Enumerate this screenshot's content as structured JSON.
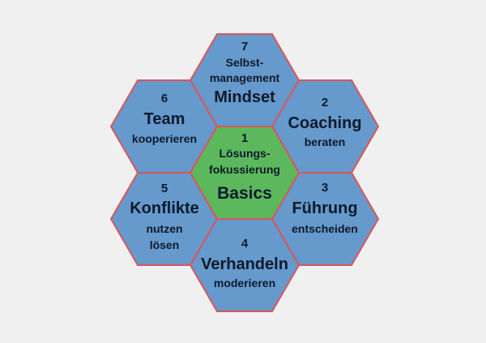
{
  "colors": {
    "background": "#f0f0f0",
    "outer_fill": "#6699cc",
    "center_fill": "#5cb85c",
    "border": "#d9565b",
    "text": "#0e1a2b"
  },
  "hexagons": {
    "center": {
      "number": "1",
      "sub1": "Lösungs-",
      "sub2": "fokussierung",
      "title": "Basics"
    },
    "top": {
      "number": "7",
      "sub1": "Selbst-",
      "sub2": "management",
      "title": "Mindset"
    },
    "upper_right": {
      "number": "2",
      "title": "Coaching",
      "sub1": "beraten"
    },
    "lower_right": {
      "number": "3",
      "title": "Führung",
      "sub1": "entscheiden"
    },
    "bottom": {
      "number": "4",
      "title": "Verhandeln",
      "sub1": "moderieren"
    },
    "lower_left": {
      "number": "5",
      "title": "Konflikte",
      "sub1": "nutzen",
      "sub2": "lösen"
    },
    "upper_left": {
      "number": "6",
      "title": "Team",
      "sub1": "kooperieren"
    }
  }
}
